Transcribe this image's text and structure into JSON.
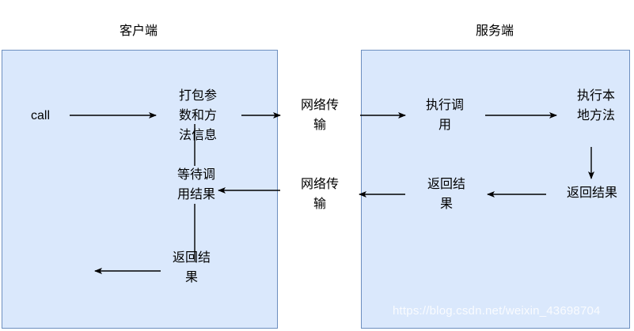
{
  "diagram": {
    "title_client": "客户端",
    "title_server": "服务端",
    "colors": {
      "panel_fill": "#dae8fc",
      "panel_stroke": "#6c8ebf",
      "arrow": "#000000",
      "text": "#000000",
      "background": "#ffffff"
    },
    "panels": [
      {
        "name": "client",
        "label": "客户端"
      },
      {
        "name": "server",
        "label": "服务端"
      }
    ],
    "nodes": {
      "call": "call",
      "pack_args": "打包参\n数和方\n法信息",
      "network_1": "网络传\n输",
      "execute_invoke": "执行调\n用",
      "execute_local": "执行本\n地方法",
      "return_result_server": "返回结果",
      "return_result_mid": "返回结\n果",
      "network_2": "网络传\n输",
      "wait_result": "等待调\n用结果",
      "return_result_client": "返回结\n果"
    },
    "watermark": "https://blog.csdn.net/weixin_43698704"
  }
}
